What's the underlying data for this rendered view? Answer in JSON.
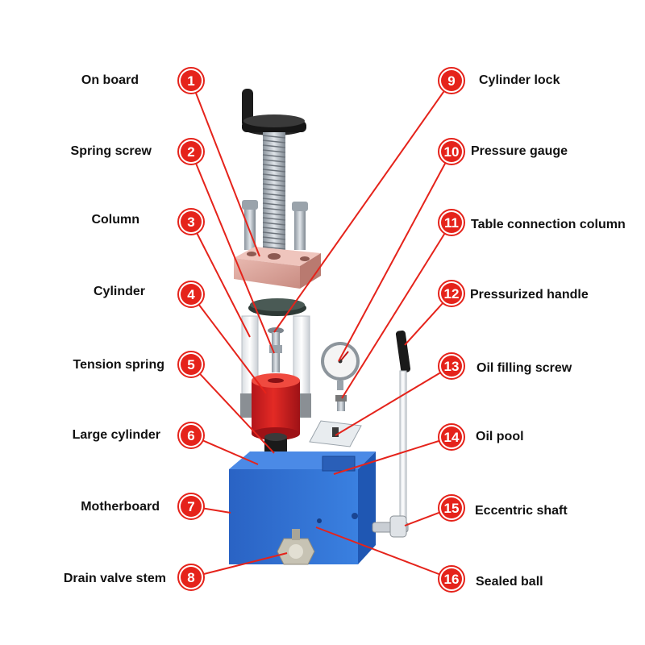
{
  "colors": {
    "badge": "#e5231b",
    "leader": "#e5231b",
    "block": "#2e6fd2",
    "cylinder": "#d11f1f",
    "plate": "#d9a39b",
    "steel": "#b8c0c8",
    "dark": "#1c1c1c"
  },
  "callouts": [
    {
      "num": "1",
      "label": "On board"
    },
    {
      "num": "2",
      "label": "Spring screw"
    },
    {
      "num": "3",
      "label": "Column"
    },
    {
      "num": "4",
      "label": "Cylinder"
    },
    {
      "num": "5",
      "label": "Tension spring"
    },
    {
      "num": "6",
      "label": "Large cylinder"
    },
    {
      "num": "7",
      "label": "Motherboard"
    },
    {
      "num": "8",
      "label": "Drain valve stem"
    },
    {
      "num": "9",
      "label": "Cylinder lock"
    },
    {
      "num": "10",
      "label": "Pressure gauge"
    },
    {
      "num": "11",
      "label": "Table connection column"
    },
    {
      "num": "12",
      "label": "Pressurized handle"
    },
    {
      "num": "13",
      "label": "Oil filling screw"
    },
    {
      "num": "14",
      "label": "Oil pool"
    },
    {
      "num": "15",
      "label": "Eccentric shaft"
    },
    {
      "num": "16",
      "label": "Sealed ball"
    }
  ]
}
